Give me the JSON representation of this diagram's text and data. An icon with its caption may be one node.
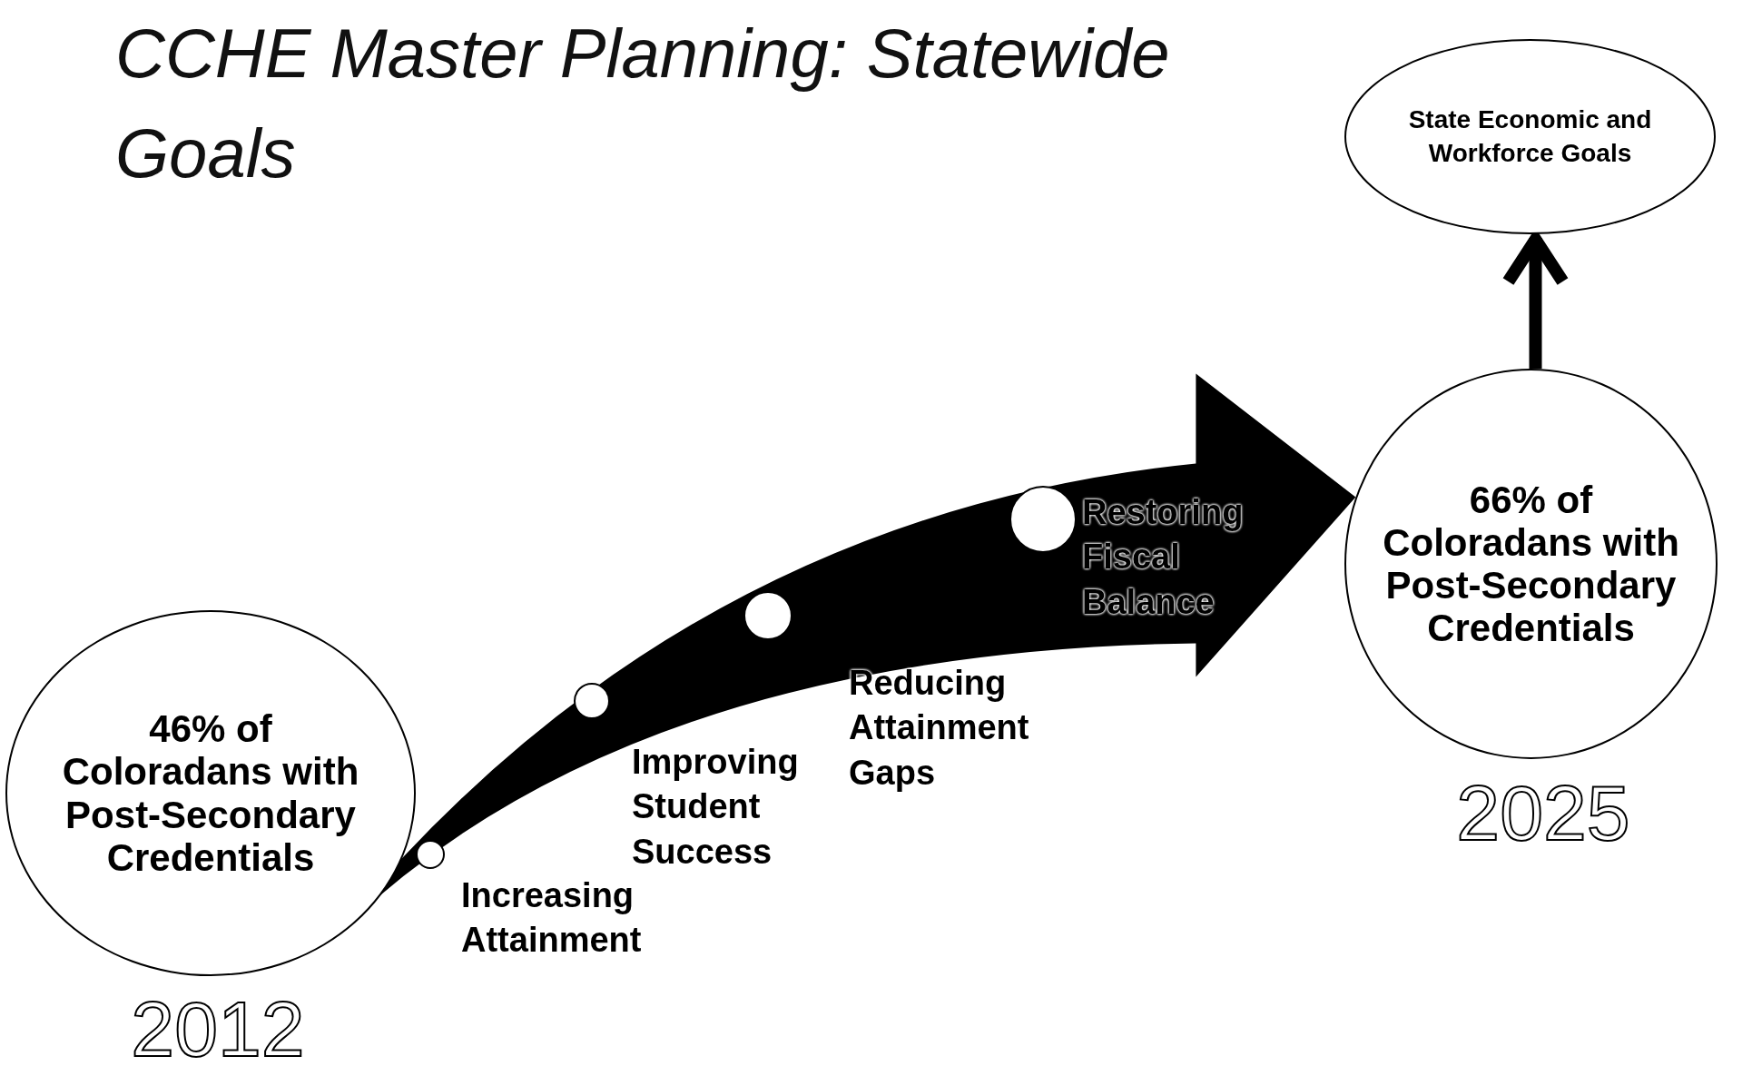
{
  "diagram": {
    "title": "CCHE Master Planning: Statewide Goals",
    "nodes": [
      {
        "text": [
          "46% of Coloradans with Post-Secondary Credentials"
        ],
        "beside": [
          "2012"
        ]
      },
      {
        "text": [
          "66% of Coloradans with Post-Secondary Credentials"
        ],
        "beside": [
          "2025"
        ]
      },
      {
        "text": [
          "State Economic and Workforce Goals"
        ]
      }
    ],
    "edges": [
      {
        "from": 0,
        "to": 1,
        "arrow": "to",
        "style": "thick"
      },
      {
        "from": 1,
        "to": 2,
        "arrow": "to"
      }
    ],
    "labels": [
      "Increasing Attainment",
      "Improving Student Success",
      "Reducing Attainment Gaps",
      "Restoring Fiscal Balance"
    ]
  }
}
